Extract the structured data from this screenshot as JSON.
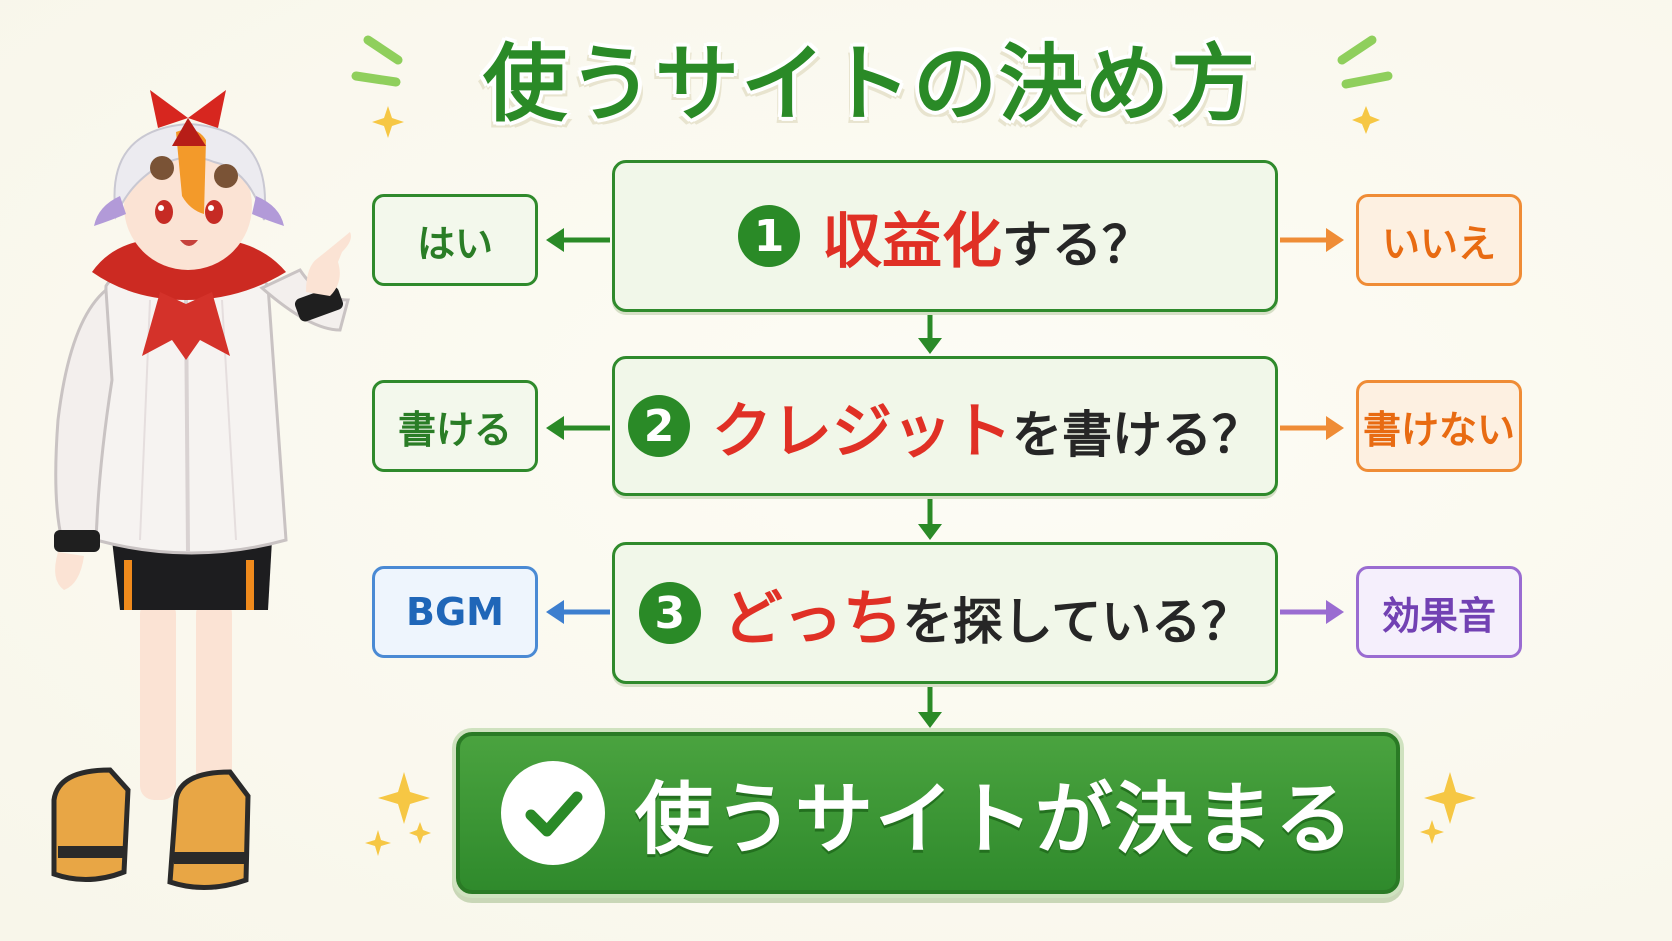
{
  "title": "使うサイトの決め方",
  "questions": [
    {
      "number": "1",
      "highlight": "収益化",
      "rest": "する？",
      "left_option": "はい",
      "right_option": "いいえ"
    },
    {
      "number": "2",
      "highlight": "クレジット",
      "rest": "を書ける？",
      "left_option": "書ける",
      "right_option": "書けない"
    },
    {
      "number": "3",
      "highlight": "どっち",
      "rest": "を探している？",
      "left_option": "BGM",
      "right_option": "効果音"
    }
  ],
  "result": "使うサイトが決まる",
  "colors": {
    "main_green": "#2a8a27",
    "highlight_red": "#e03025",
    "no_orange": "#ef8c36",
    "bgm_blue": "#4a8ad4",
    "sfx_purple": "#9a6cd1"
  },
  "icons": {
    "result": "checkmark-icon",
    "decoration": "sparkle-icon",
    "character": "pointing-character"
  }
}
